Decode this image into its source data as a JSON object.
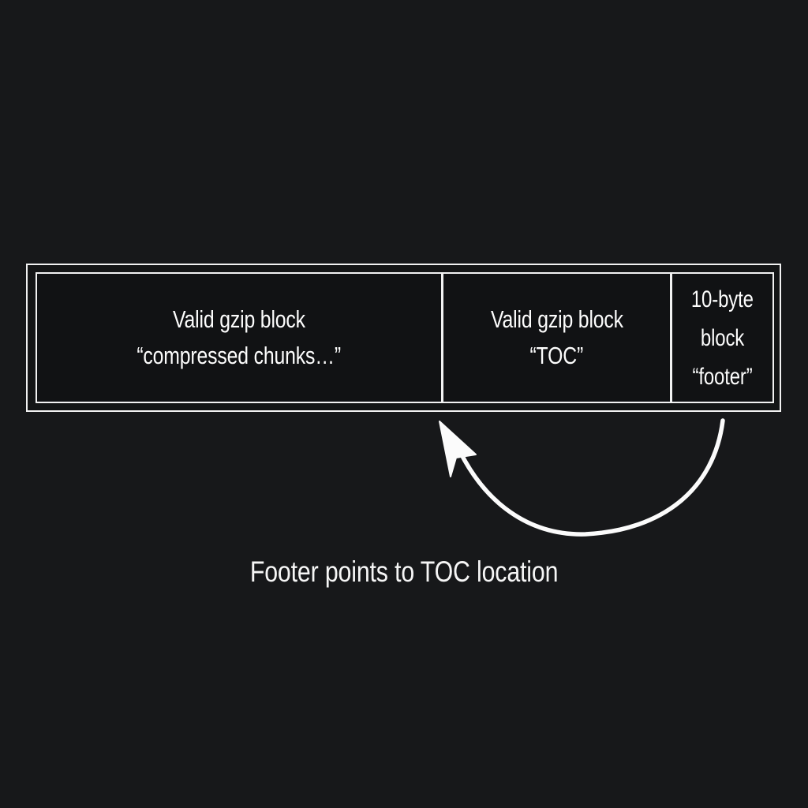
{
  "figure": {
    "background_color": "#17181a",
    "stroke_color": "#f2f2f2",
    "text_color": "#fdfdfd",
    "caption": "Footer points to TOC location"
  },
  "blocks": [
    {
      "id": "compressed-chunks",
      "lines": [
        "Valid gzip block",
        "“compressed chunks…”"
      ]
    },
    {
      "id": "toc",
      "lines": [
        "Valid gzip block",
        "“TOC”"
      ]
    },
    {
      "id": "footer",
      "lines": [
        "10-byte",
        "block",
        "“footer”"
      ]
    }
  ],
  "annotation": {
    "arrow_label": "curved-arrow-footer-to-toc",
    "from": "footer",
    "to": "toc"
  }
}
